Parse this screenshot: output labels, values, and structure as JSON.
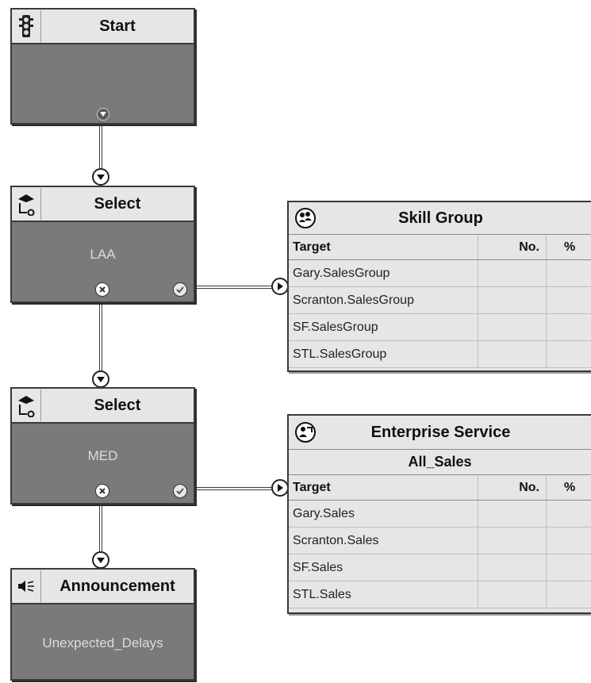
{
  "nodes": {
    "start": {
      "title": "Start",
      "icon": "traffic-light-icon"
    },
    "select1": {
      "title": "Select",
      "label": "LAA",
      "icon": "select-icon"
    },
    "select2": {
      "title": "Select",
      "label": "MED",
      "icon": "select-icon"
    },
    "announcement": {
      "title": "Announcement",
      "label": "Unexpected_Delays",
      "icon": "speaker-icon"
    }
  },
  "skill_group": {
    "title": "Skill Group",
    "icon": "skill-group-icon",
    "columns": [
      "Target",
      "No.",
      "%"
    ],
    "rows": [
      {
        "target": "Gary.SalesGroup",
        "no": "",
        "pct": ""
      },
      {
        "target": "Scranton.SalesGroup",
        "no": "",
        "pct": ""
      },
      {
        "target": "SF.SalesGroup",
        "no": "",
        "pct": ""
      },
      {
        "target": "STL.SalesGroup",
        "no": "",
        "pct": ""
      }
    ]
  },
  "enterprise_service": {
    "title": "Enterprise Service",
    "subtitle": "All_Sales",
    "icon": "enterprise-service-icon",
    "columns": [
      "Target",
      "No.",
      "%"
    ],
    "rows": [
      {
        "target": "Gary.Sales",
        "no": "",
        "pct": ""
      },
      {
        "target": "Scranton.Sales",
        "no": "",
        "pct": ""
      },
      {
        "target": "SF.Sales",
        "no": "",
        "pct": ""
      },
      {
        "target": "STL.Sales",
        "no": "",
        "pct": ""
      }
    ]
  }
}
